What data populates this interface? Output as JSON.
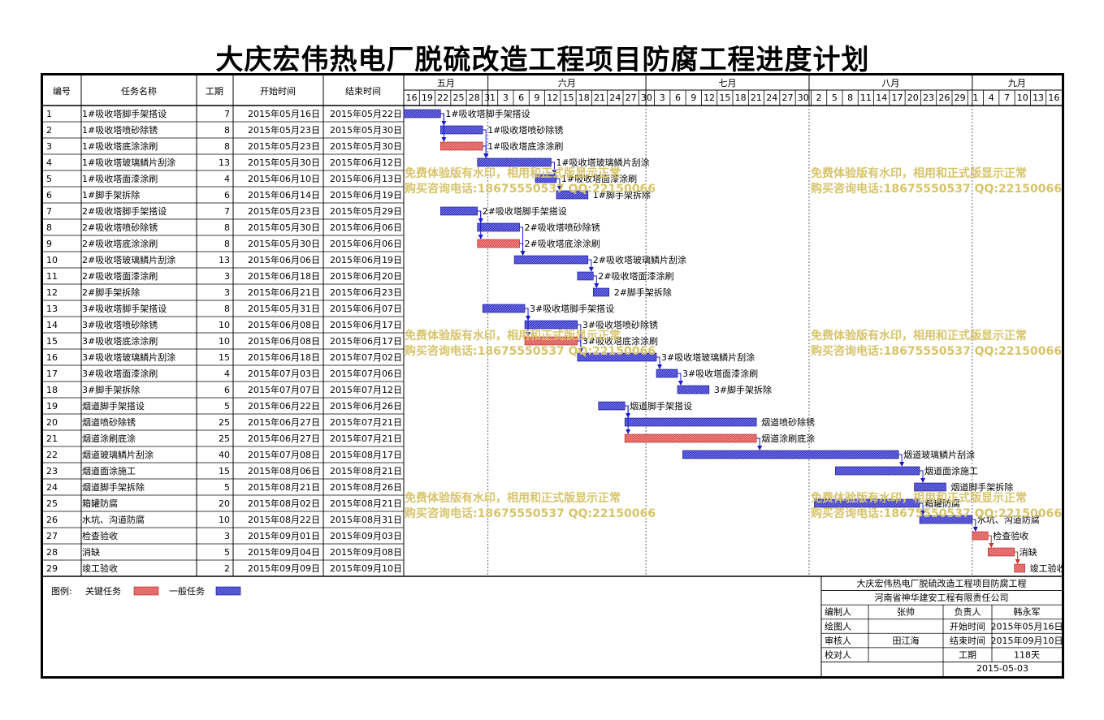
{
  "title": "大庆宏伟热电厂脱硫改造工程项目防腐工程进度计划",
  "columns": [
    "编号",
    "任务名称",
    "工期",
    "开始时间",
    "结束时间"
  ],
  "months": [
    {
      "label": "五月",
      "start": "2015-05-16"
    },
    {
      "label": "六月",
      "start": "2015-06-01"
    },
    {
      "label": "七月",
      "start": "2015-07-01"
    },
    {
      "label": "八月",
      "start": "2015-08-01"
    },
    {
      "label": "九月",
      "start": "2015-09-01"
    }
  ],
  "day_ticks": [
    "16",
    "19",
    "22",
    "25",
    "28",
    "31",
    "3",
    "6",
    "9",
    "12",
    "15",
    "18",
    "21",
    "24",
    "27",
    "30",
    "3",
    "6",
    "9",
    "12",
    "15",
    "18",
    "21",
    "24",
    "27",
    "30",
    "2",
    "5",
    "8",
    "11",
    "14",
    "17",
    "20",
    "23",
    "26",
    "29",
    "1",
    "4",
    "7",
    "10",
    "13",
    "16"
  ],
  "watermark": {
    "line1": "免费体验版有水印，相用和正式版显示正常",
    "line2": "购买咨询电话:18675550537 QQ:22150066"
  },
  "legend": {
    "label": "图例:",
    "critical": "关键任务",
    "normal": "一般任务",
    "critical_color": "#e05050",
    "normal_color": "#3a3ac8"
  },
  "info": {
    "project": "大庆宏伟热电厂脱硫改造工程项目防腐工程",
    "company": "河南省神华建安工程有限责任公司",
    "rows": [
      [
        "编制人",
        "张帅",
        "负责人",
        "韩永军"
      ],
      [
        "绘图人",
        "",
        "开始时间",
        "2015年05月16日"
      ],
      [
        "审核人",
        "田江海",
        "结束时间",
        "2015年09月10日"
      ],
      [
        "校对人",
        "",
        "工期",
        "118天"
      ]
    ],
    "date": "2015-05-03"
  },
  "chart_data": {
    "type": "gantt",
    "title": "大庆宏伟热电厂脱硫改造工程项目防腐工程进度计划",
    "xlim": [
      "2015-05-16",
      "2015-09-18"
    ],
    "tasks": [
      {
        "id": "1",
        "name": "1#吸收塔脚手架搭设",
        "duration": "7",
        "start": "2015年05月16日",
        "end": "2015年05月22日",
        "critical": false,
        "s": "2015-05-16",
        "e": "2015-05-22"
      },
      {
        "id": "2",
        "name": "1#吸收塔喷砂除锈",
        "duration": "8",
        "start": "2015年05月23日",
        "end": "2015年05月30日",
        "critical": false,
        "s": "2015-05-23",
        "e": "2015-05-30"
      },
      {
        "id": "3",
        "name": "1#吸收塔底涂涂刷",
        "duration": "8",
        "start": "2015年05月23日",
        "end": "2015年05月30日",
        "critical": true,
        "s": "2015-05-23",
        "e": "2015-05-30"
      },
      {
        "id": "4",
        "name": "1#吸收塔玻璃鳞片刮涂",
        "duration": "13",
        "start": "2015年05月30日",
        "end": "2015年06月12日",
        "critical": false,
        "s": "2015-05-30",
        "e": "2015-06-12"
      },
      {
        "id": "5",
        "name": "1#吸收塔面漆涂刷",
        "duration": "4",
        "start": "2015年06月10日",
        "end": "2015年06月13日",
        "critical": false,
        "s": "2015-06-10",
        "e": "2015-06-13"
      },
      {
        "id": "6",
        "name": "1#脚手架拆除",
        "duration": "6",
        "start": "2015年06月14日",
        "end": "2015年06月19日",
        "critical": false,
        "s": "2015-06-14",
        "e": "2015-06-19"
      },
      {
        "id": "7",
        "name": "2#吸收塔脚手架搭设",
        "duration": "7",
        "start": "2015年05月23日",
        "end": "2015年05月29日",
        "critical": false,
        "s": "2015-05-23",
        "e": "2015-05-29"
      },
      {
        "id": "8",
        "name": "2#吸收塔喷砂除锈",
        "duration": "8",
        "start": "2015年05月30日",
        "end": "2015年06月06日",
        "critical": false,
        "s": "2015-05-30",
        "e": "2015-06-06"
      },
      {
        "id": "9",
        "name": "2#吸收塔底涂涂刷",
        "duration": "8",
        "start": "2015年05月30日",
        "end": "2015年06月06日",
        "critical": true,
        "s": "2015-05-30",
        "e": "2015-06-06"
      },
      {
        "id": "10",
        "name": "2#吸收塔玻璃鳞片刮涂",
        "duration": "13",
        "start": "2015年06月06日",
        "end": "2015年06月19日",
        "critical": false,
        "s": "2015-06-06",
        "e": "2015-06-19"
      },
      {
        "id": "11",
        "name": "2#吸收塔面漆涂刷",
        "duration": "3",
        "start": "2015年06月18日",
        "end": "2015年06月20日",
        "critical": false,
        "s": "2015-06-18",
        "e": "2015-06-20"
      },
      {
        "id": "12",
        "name": "2#脚手架拆除",
        "duration": "3",
        "start": "2015年06月21日",
        "end": "2015年06月23日",
        "critical": false,
        "s": "2015-06-21",
        "e": "2015-06-23"
      },
      {
        "id": "13",
        "name": "3#吸收塔脚手架搭设",
        "duration": "8",
        "start": "2015年05月31日",
        "end": "2015年06月07日",
        "critical": false,
        "s": "2015-05-31",
        "e": "2015-06-07"
      },
      {
        "id": "14",
        "name": "3#吸收塔喷砂除锈",
        "duration": "10",
        "start": "2015年06月08日",
        "end": "2015年06月17日",
        "critical": false,
        "s": "2015-06-08",
        "e": "2015-06-17"
      },
      {
        "id": "15",
        "name": "3#吸收塔底涂涂刷",
        "duration": "10",
        "start": "2015年06月08日",
        "end": "2015年06月17日",
        "critical": true,
        "s": "2015-06-08",
        "e": "2015-06-17"
      },
      {
        "id": "16",
        "name": "3#吸收塔玻璃鳞片刮涂",
        "duration": "15",
        "start": "2015年06月18日",
        "end": "2015年07月02日",
        "critical": false,
        "s": "2015-06-18",
        "e": "2015-07-02"
      },
      {
        "id": "17",
        "name": "3#吸收塔面漆涂刷",
        "duration": "4",
        "start": "2015年07月03日",
        "end": "2015年07月06日",
        "critical": false,
        "s": "2015-07-03",
        "e": "2015-07-06"
      },
      {
        "id": "18",
        "name": "3#脚手架拆除",
        "duration": "6",
        "start": "2015年07月07日",
        "end": "2015年07月12日",
        "critical": false,
        "s": "2015-07-07",
        "e": "2015-07-12"
      },
      {
        "id": "19",
        "name": "烟道脚手架搭设",
        "duration": "5",
        "start": "2015年06月22日",
        "end": "2015年06月26日",
        "critical": false,
        "s": "2015-06-22",
        "e": "2015-06-26"
      },
      {
        "id": "20",
        "name": "烟道喷砂除锈",
        "duration": "25",
        "start": "2015年06月27日",
        "end": "2015年07月21日",
        "critical": false,
        "s": "2015-06-27",
        "e": "2015-07-21"
      },
      {
        "id": "21",
        "name": "烟道涂刷底涂",
        "duration": "25",
        "start": "2015年06月27日",
        "end": "2015年07月21日",
        "critical": true,
        "s": "2015-06-27",
        "e": "2015-07-21"
      },
      {
        "id": "22",
        "name": "烟道玻璃鳞片刮涂",
        "duration": "40",
        "start": "2015年07月08日",
        "end": "2015年08月17日",
        "critical": false,
        "s": "2015-07-08",
        "e": "2015-08-17"
      },
      {
        "id": "23",
        "name": "烟道面涂施工",
        "duration": "15",
        "start": "2015年08月06日",
        "end": "2015年08月21日",
        "critical": false,
        "s": "2015-08-06",
        "e": "2015-08-21"
      },
      {
        "id": "24",
        "name": "烟道脚手架拆除",
        "duration": "5",
        "start": "2015年08月21日",
        "end": "2015年08月26日",
        "critical": false,
        "s": "2015-08-21",
        "e": "2015-08-26"
      },
      {
        "id": "25",
        "name": "箱罐防腐",
        "duration": "20",
        "start": "2015年08月02日",
        "end": "2015年08月21日",
        "critical": false,
        "s": "2015-08-02",
        "e": "2015-08-21"
      },
      {
        "id": "26",
        "name": "水坑、沟道防腐",
        "duration": "10",
        "start": "2015年08月22日",
        "end": "2015年08月31日",
        "critical": false,
        "s": "2015-08-22",
        "e": "2015-08-31"
      },
      {
        "id": "27",
        "name": "检查验收",
        "duration": "3",
        "start": "2015年09月01日",
        "end": "2015年09月03日",
        "critical": true,
        "s": "2015-09-01",
        "e": "2015-09-03"
      },
      {
        "id": "28",
        "name": "消缺",
        "duration": "5",
        "start": "2015年09月04日",
        "end": "2015年09月08日",
        "critical": true,
        "s": "2015-09-04",
        "e": "2015-09-08"
      },
      {
        "id": "29",
        "name": "竣工验收",
        "duration": "2",
        "start": "2015年09月09日",
        "end": "2015年09月10日",
        "critical": true,
        "s": "2015-09-09",
        "e": "2015-09-10"
      }
    ],
    "links": [
      [
        1,
        2
      ],
      [
        1,
        3
      ],
      [
        2,
        4
      ],
      [
        3,
        4
      ],
      [
        4,
        5
      ],
      [
        5,
        6
      ],
      [
        7,
        8
      ],
      [
        7,
        9
      ],
      [
        8,
        10
      ],
      [
        9,
        10
      ],
      [
        10,
        11
      ],
      [
        11,
        12
      ],
      [
        13,
        14
      ],
      [
        13,
        15
      ],
      [
        14,
        16
      ],
      [
        15,
        16
      ],
      [
        16,
        17
      ],
      [
        17,
        18
      ],
      [
        19,
        20
      ],
      [
        19,
        21
      ],
      [
        21,
        22
      ],
      [
        22,
        23
      ],
      [
        23,
        24
      ],
      [
        25,
        26
      ],
      [
        26,
        27
      ],
      [
        27,
        28
      ],
      [
        28,
        29
      ]
    ]
  }
}
